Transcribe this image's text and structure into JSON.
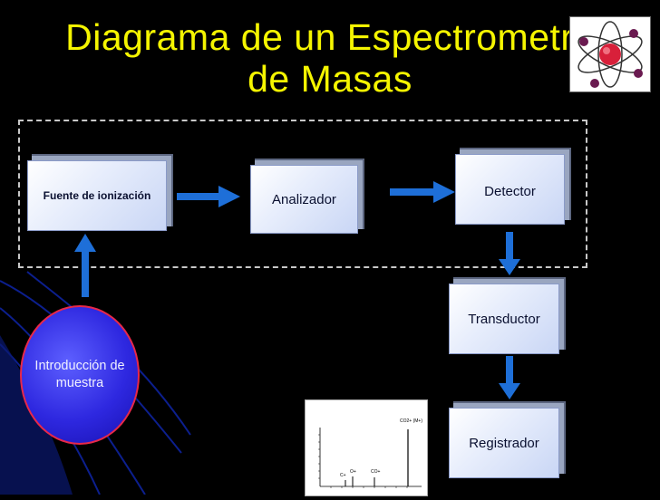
{
  "title_line1": "Diagrama de un Espectrometro",
  "title_line2": "de Masas",
  "blocks": {
    "fuente": "Fuente de ionización",
    "analizador": "Analizador",
    "detector": "Detector",
    "transductor": "Transductor",
    "registrador": "Registrador",
    "introduccion": "Introducción de muestra"
  },
  "spectrum_labels": {
    "peak_main": "CO2+ (M+)",
    "peak_small": "CO+",
    "peak_c": "C+",
    "peak_o": "O+"
  },
  "colors": {
    "title": "#f5f500",
    "background": "#000000",
    "arrow": "#1e6fd8",
    "ellipse": "#2e28e0"
  }
}
